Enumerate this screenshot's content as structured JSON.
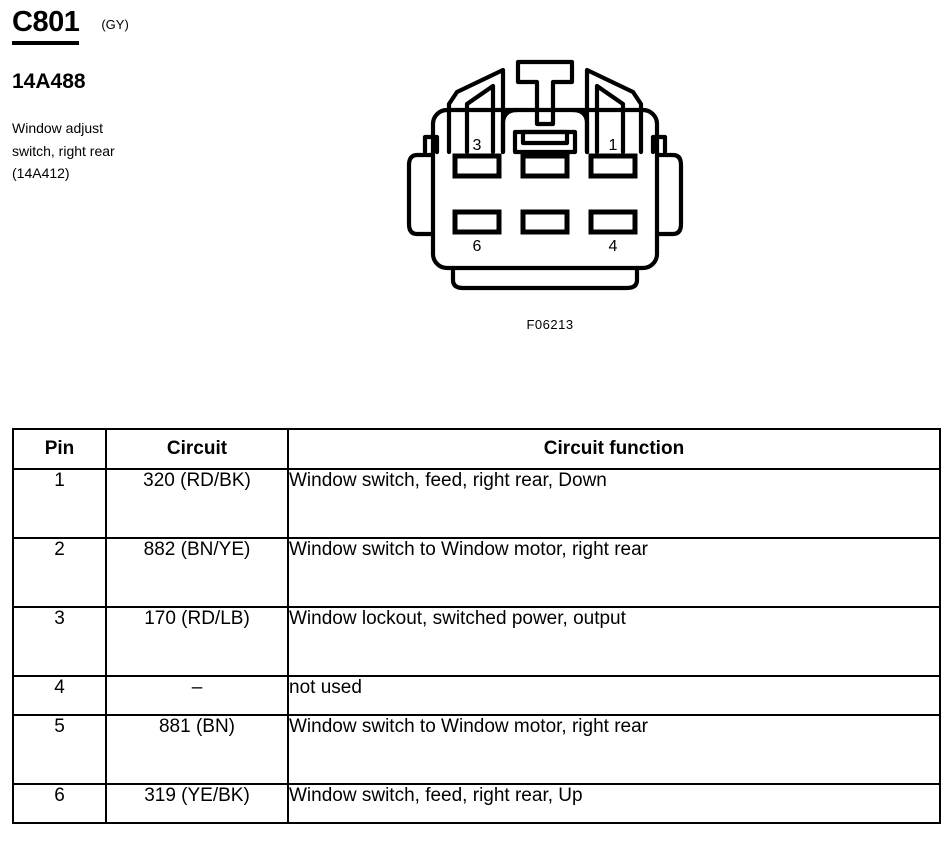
{
  "header": {
    "connector_id": "C801",
    "color_code": "(GY)",
    "part_number": "14A488",
    "description_lines": [
      "Window adjust",
      "switch, right rear",
      "(14A412)"
    ]
  },
  "figure": {
    "caption": "F06213",
    "cavity_labels_top": [
      "3",
      "",
      "1"
    ],
    "cavity_labels_bottom": [
      "6",
      "",
      "4"
    ]
  },
  "table": {
    "headers": {
      "pin": "Pin",
      "circuit": "Circuit",
      "function": "Circuit function"
    },
    "rows": [
      {
        "pin": "1",
        "circuit": "320 (RD/BK)",
        "function": "Window switch, feed, right rear, Down",
        "height": "tall"
      },
      {
        "pin": "2",
        "circuit": "882 (BN/YE)",
        "function": "Window switch to Window motor, right rear",
        "height": "tall"
      },
      {
        "pin": "3",
        "circuit": "170 (RD/LB)",
        "function": "Window lockout, switched power, output",
        "height": "tall"
      },
      {
        "pin": "4",
        "circuit": "–",
        "function": "not used",
        "height": "short"
      },
      {
        "pin": "5",
        "circuit": "881 (BN)",
        "function": "Window switch to Window motor, right rear",
        "height": "tall"
      },
      {
        "pin": "6",
        "circuit": "319 (YE/BK)",
        "function": "Window switch, feed, right rear, Up",
        "height": "short"
      }
    ]
  },
  "colors": {
    "ink": "#000000",
    "paper": "#ffffff"
  }
}
